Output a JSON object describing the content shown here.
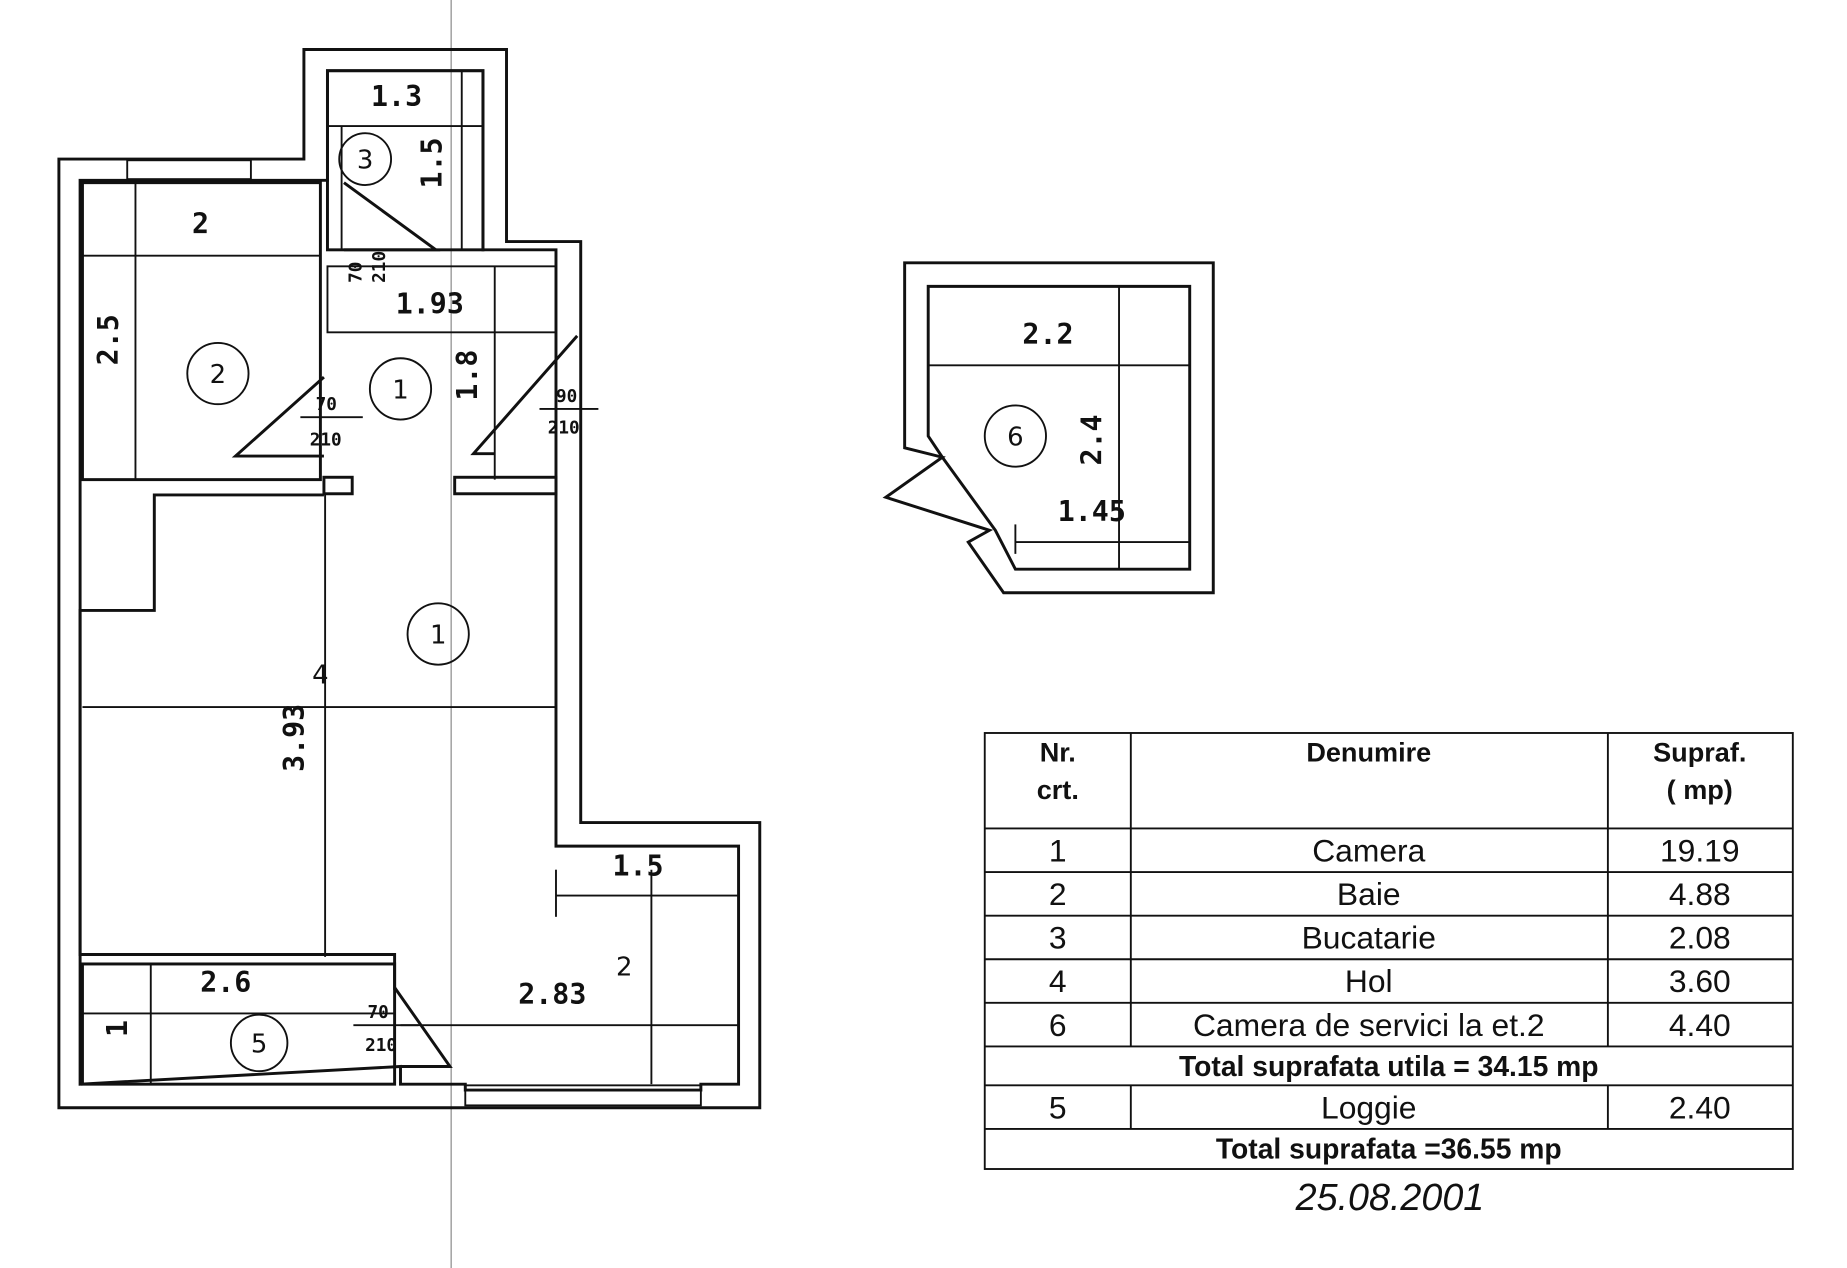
{
  "plan": {
    "rooms": [
      {
        "id": "1",
        "label": "1"
      },
      {
        "id": "1b",
        "label": "1"
      },
      {
        "id": "2",
        "label": "2"
      },
      {
        "id": "3",
        "label": "3"
      },
      {
        "id": "5",
        "label": "5"
      },
      {
        "id": "6",
        "label": "6"
      }
    ],
    "dimensions": {
      "kitchen_w": "1.3",
      "kitchen_h": "1.5",
      "bath_w": "2",
      "bath_h": "2.5",
      "hall_w": "1.93",
      "hall_h": "1.8",
      "room_h": "3.93",
      "room_mark": "4",
      "lower_w": "1.5",
      "lower_w2": "2.83",
      "lower_mark": "2",
      "loggia_w": "2.6",
      "loggia_h": "1",
      "service_w": "2.2",
      "service_h": "2.4",
      "service_w2": "1.45"
    },
    "doors": {
      "kitchen": {
        "w": "70",
        "h": "210"
      },
      "bath": {
        "w": "70",
        "h": "210"
      },
      "entry": {
        "w": "90",
        "h": "210"
      },
      "loggia": {
        "w": "70",
        "h": "210"
      }
    }
  },
  "table": {
    "headers": {
      "nr_line1": "Nr.",
      "nr_line2": "crt.",
      "name": "Denumire",
      "area_line1": "Supraf.",
      "area_line2": "( mp)"
    },
    "rows": [
      {
        "nr": "1",
        "name": "Camera",
        "area": "19.19"
      },
      {
        "nr": "2",
        "name": "Baie",
        "area": "4.88"
      },
      {
        "nr": "3",
        "name": "Bucatarie",
        "area": "2.08"
      },
      {
        "nr": "4",
        "name": "Hol",
        "area": "3.60"
      },
      {
        "nr": "6",
        "name": "Camera de servici la et.2",
        "area": "4.40"
      }
    ],
    "total_useful": "Total suprafata utila =  34.15 mp",
    "loggia_row": {
      "nr": "5",
      "name": "Loggie",
      "area": "2.40"
    },
    "total": "Total suprafata =36.55 mp"
  },
  "date": "25.08.2001"
}
